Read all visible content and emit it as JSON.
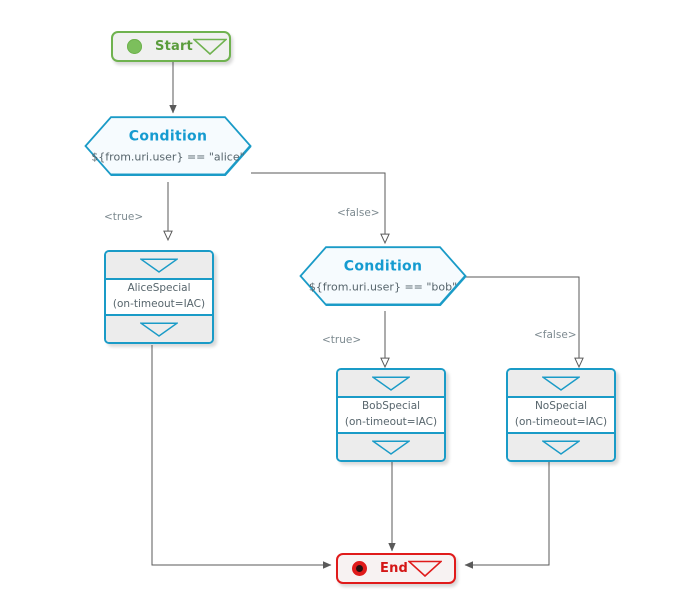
{
  "diagram": {
    "title": "call-routing-flow",
    "colors": {
      "start_green": "#6fb24f",
      "end_red": "#e01b1b",
      "condition_cyan": "#159bd0",
      "node_border": "#1a9bc7",
      "edge_gray": "#5a5a5a",
      "text_gray": "#57656c",
      "label_gray": "#7d8a90"
    },
    "nodes": {
      "start": {
        "label": "Start",
        "icon": "green-circle-icon",
        "menu_icon": "triangle-down-icon"
      },
      "condition_alice": {
        "title": "Condition",
        "expression": "${from.uri.user} == \"alice\""
      },
      "condition_bob": {
        "title": "Condition",
        "expression": "${from.uri.user} == \"bob\""
      },
      "alice_special": {
        "name": "AliceSpecial",
        "detail": "(on-timeout=IAC)",
        "top_icon": "triangle-down-icon",
        "bottom_icon": "triangle-down-icon"
      },
      "bob_special": {
        "name": "BobSpecial",
        "detail": "(on-timeout=IAC)",
        "top_icon": "triangle-down-icon",
        "bottom_icon": "triangle-down-icon"
      },
      "no_special": {
        "name": "NoSpecial",
        "detail": "(on-timeout=IAC)",
        "top_icon": "triangle-down-icon",
        "bottom_icon": "triangle-down-icon"
      },
      "end": {
        "label": "End",
        "icon": "red-record-icon",
        "menu_icon": "triangle-down-icon"
      }
    },
    "edge_labels": {
      "alice_true": "<true>",
      "alice_false": "<false>",
      "bob_true": "<true>",
      "bob_false": "<false>"
    }
  }
}
